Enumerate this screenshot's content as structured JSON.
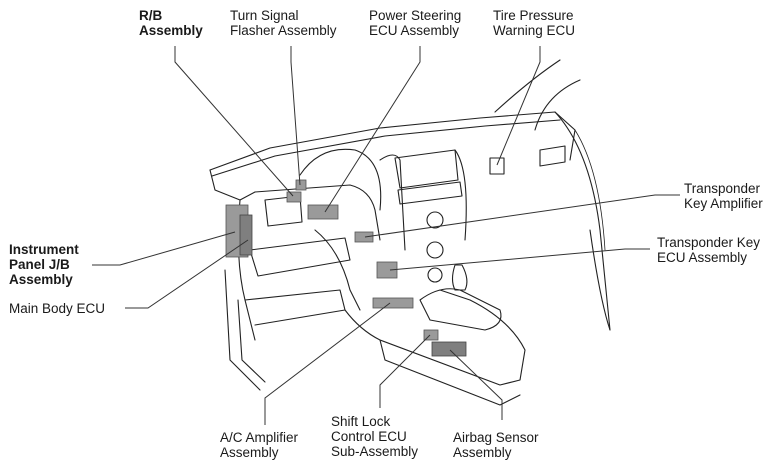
{
  "figure": {
    "type": "component-location-diagram",
    "subject": "Instrument panel area (interior, driver side)",
    "accent_colors": {
      "line_art": "#222222",
      "component_fill": "#9a9a9a",
      "background": "#ffffff"
    }
  },
  "labels": {
    "rb_assembly": {
      "lines": [
        "R/B",
        "Assembly"
      ],
      "bold": true
    },
    "turn_signal": {
      "lines": [
        "Turn Signal",
        "Flasher Assembly"
      ],
      "bold": false
    },
    "power_steering": {
      "lines": [
        "Power Steering",
        "ECU Assembly"
      ],
      "bold": false
    },
    "tire_pressure": {
      "lines": [
        "Tire Pressure",
        "Warning ECU"
      ],
      "bold": false
    },
    "transponder_amp": {
      "lines": [
        "Transponder",
        "Key Amplifier"
      ],
      "bold": false
    },
    "transponder_ecu": {
      "lines": [
        "Transponder Key",
        "ECU Assembly"
      ],
      "bold": false
    },
    "instrument_panel_jb": {
      "lines": [
        "Instrument",
        "Panel J/B",
        "Assembly"
      ],
      "bold": true
    },
    "main_body_ecu": {
      "lines": [
        "Main Body ECU"
      ],
      "bold": false
    },
    "ac_amplifier": {
      "lines": [
        "A/C Amplifier",
        "Assembly"
      ],
      "bold": false
    },
    "shift_lock": {
      "lines": [
        "Shift Lock",
        "Control ECU",
        "Sub-Assembly"
      ],
      "bold": false
    },
    "airbag_sensor": {
      "lines": [
        "Airbag Sensor",
        "Assembly"
      ],
      "bold": false
    }
  }
}
